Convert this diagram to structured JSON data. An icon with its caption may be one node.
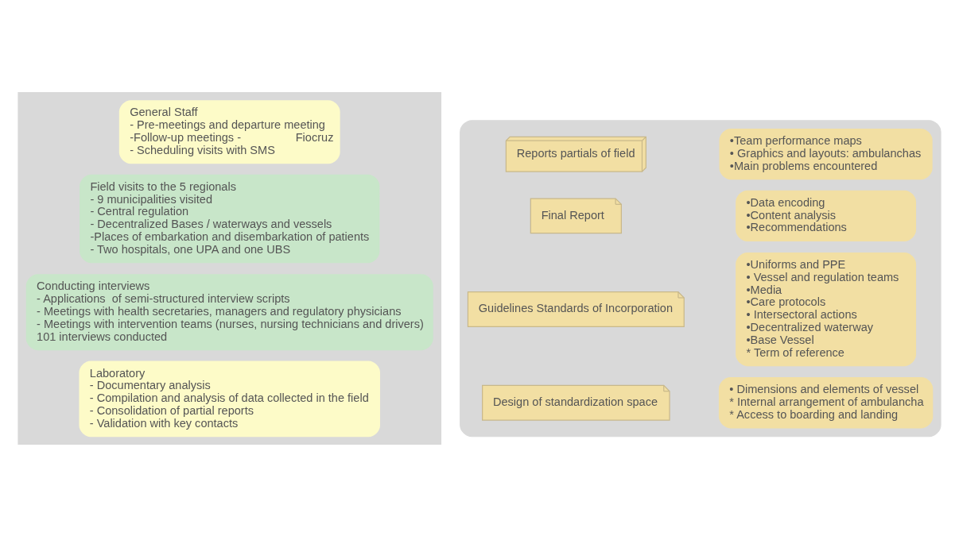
{
  "diagram": {
    "nodes": [
      {
        "text": [],
        "shape": "arrow"
      },
      {
        "text": [
          "General Staff",
          "- Pre-meetings and departure meeting",
          "-Follow-up meetings -                 Fiocruz",
          "- Scheduling visits with SMS"
        ],
        "in": 0
      },
      {
        "text": [
          "Field visits to the 5 regionals",
          "- 9 municipalities visited",
          "- Central regulation",
          "- Decentralized Bases / waterways and vessels",
          "-Places of embarkation and disembarkation of patients",
          "- Two hospitals, one UPA and one UBS"
        ],
        "in": 0
      },
      {
        "text": [
          "Conducting interviews",
          "- Applications  of semi-structured interview scripts",
          "- Meetings with health secretaries, managers and regulatory physicians",
          "- Meetings with intervention teams (nurses, nursing technicians and drivers)",
          "101 interviews conducted"
        ],
        "in": 0
      },
      {
        "text": [
          "Laboratory",
          "- Documentary analysis",
          "- Compilation and analysis of data collected in the field",
          "- Consolidation of partial reports",
          "- Validation with key contacts"
        ],
        "in": 0
      },
      {
        "text": [],
        "shape": "box"
      },
      {
        "text": [
          "Reports partials of field"
        ],
        "in": 5
      },
      {
        "text": [
          "•Team performance maps",
          "• Graphics and layouts: ambulanchas",
          "•Main problems encountered"
        ],
        "in": 5
      },
      {
        "text": [
          "Final Report"
        ],
        "in": 5
      },
      {
        "text": [
          "•Data encoding",
          "•Content analysis",
          "•Recommendations"
        ],
        "in": 5
      },
      {
        "text": [
          "Guidelines Standards of Incorporation"
        ],
        "in": 5
      },
      {
        "text": [
          "•Uniforms and PPE",
          "• Vessel and regulation teams",
          "•Media",
          "•Care protocols",
          "• Intersectoral actions",
          "•Decentralized waterway",
          "•Base Vessel",
          "* Term of reference"
        ],
        "in": 5
      },
      {
        "text": [
          "Design of standardization space"
        ],
        "in": 5
      },
      {
        "text": [
          "• Dimensions and elements of vessel",
          "* Internal arrangement of ambulancha",
          "* Access to boarding and landing"
        ],
        "in": 5
      }
    ],
    "edges": []
  }
}
